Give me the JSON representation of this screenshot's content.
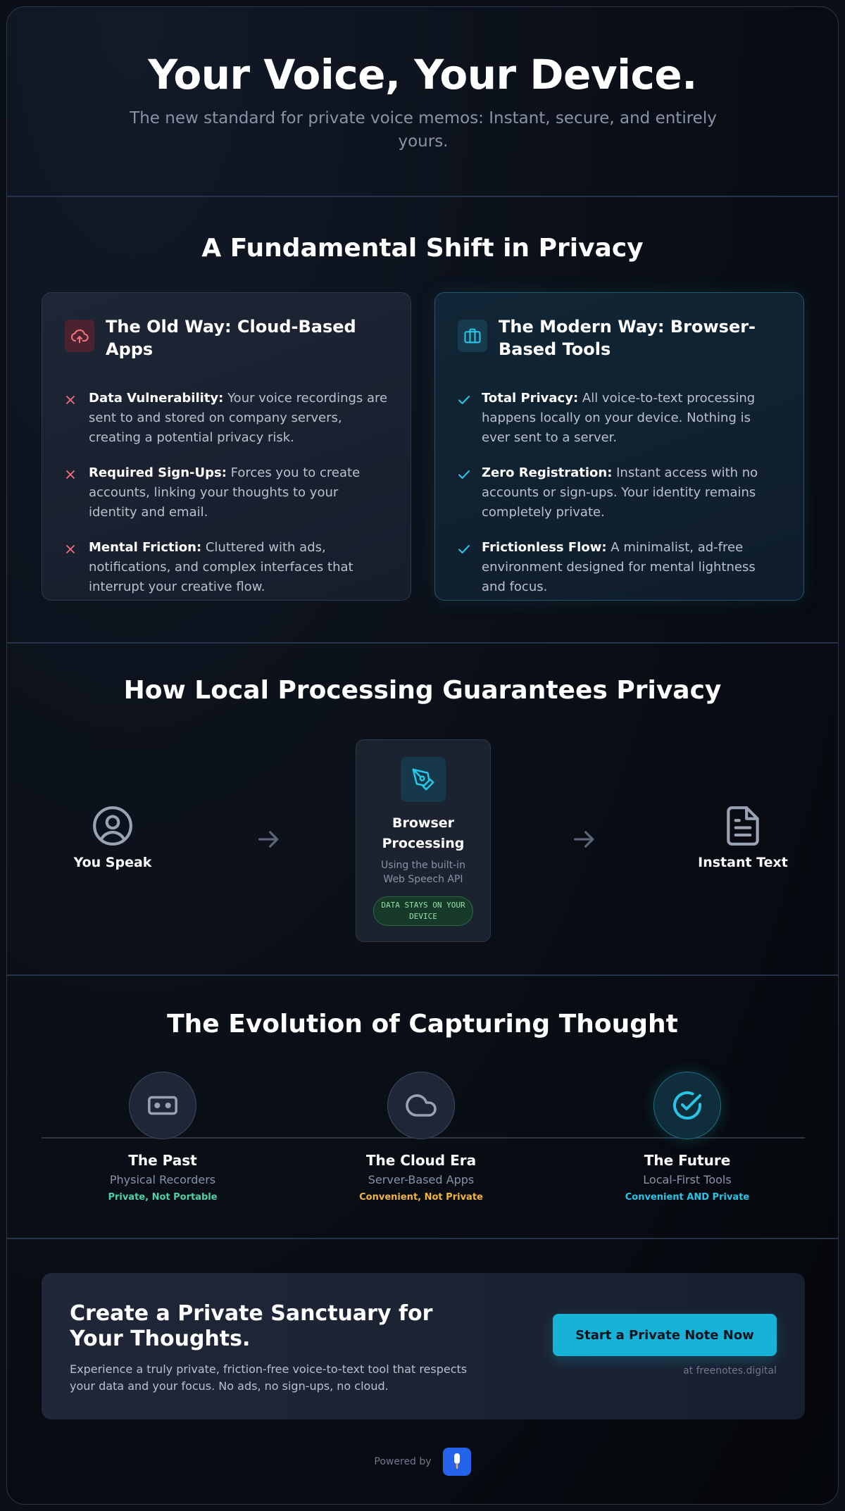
{
  "hero": {
    "title": "Your Voice, Your Device.",
    "subtitle": "The new standard for private voice memos: Instant, secure, and entirely yours."
  },
  "shift": {
    "title": "A Fundamental Shift in Privacy",
    "old": {
      "title": "The Old Way: Cloud-Based Apps",
      "icon": "cloud-upload-icon",
      "items": [
        {
          "bold": "Data Vulnerability:",
          "text": " Your voice recordings are sent to and stored on company servers, creating a potential privacy risk."
        },
        {
          "bold": "Required Sign-Ups:",
          "text": " Forces you to create accounts, linking your thoughts to your identity and email."
        },
        {
          "bold": "Mental Friction:",
          "text": " Cluttered with ads, notifications, and complex interfaces that interrupt your creative flow."
        }
      ]
    },
    "new": {
      "title": "The Modern Way: Browser-Based Tools",
      "icon": "briefcase-icon",
      "items": [
        {
          "bold": "Total Privacy:",
          "text": " All voice-to-text processing happens locally on your device. Nothing is ever sent to a server."
        },
        {
          "bold": "Zero Registration:",
          "text": " Instant access with no accounts or sign-ups. Your identity remains completely private."
        },
        {
          "bold": "Frictionless Flow:",
          "text": " A minimalist, ad-free environment designed for mental lightness and focus."
        }
      ]
    }
  },
  "flow": {
    "title": "How Local Processing Guarantees Privacy",
    "speak_label": "You Speak",
    "process_title": "Browser Processing",
    "process_sub": "Using the built-in Web Speech API",
    "badge": "DATA STAYS ON YOUR DEVICE",
    "text_label": "Instant Text"
  },
  "evolution": {
    "title": "The Evolution of Capturing Thought",
    "items": [
      {
        "title": "The Past",
        "sub": "Physical Recorders",
        "tag": "Private, Not Portable",
        "color": "#4fd1a5",
        "icon": "recorder-icon"
      },
      {
        "title": "The Cloud Era",
        "sub": "Server-Based Apps",
        "tag": "Convenient, Not Private",
        "color": "#f2b441",
        "icon": "cloud-icon"
      },
      {
        "title": "The Future",
        "sub": "Local-First Tools",
        "tag": "Convenient AND Private",
        "color": "#29c4e6",
        "icon": "check-circle-icon"
      }
    ]
  },
  "cta": {
    "title": "Create a Private Sanctuary for Your Thoughts.",
    "text": "Experience a truly private, friction-free voice-to-text tool that respects your data and your focus. No ads, no sign-ups, no cloud.",
    "button": "Start a Private Note Now",
    "url": "at freenotes.digital",
    "powered": "Powered by"
  },
  "colors": {
    "accent": "#17b3d6",
    "danger": "#f07178",
    "success": "#8fe0a8"
  }
}
